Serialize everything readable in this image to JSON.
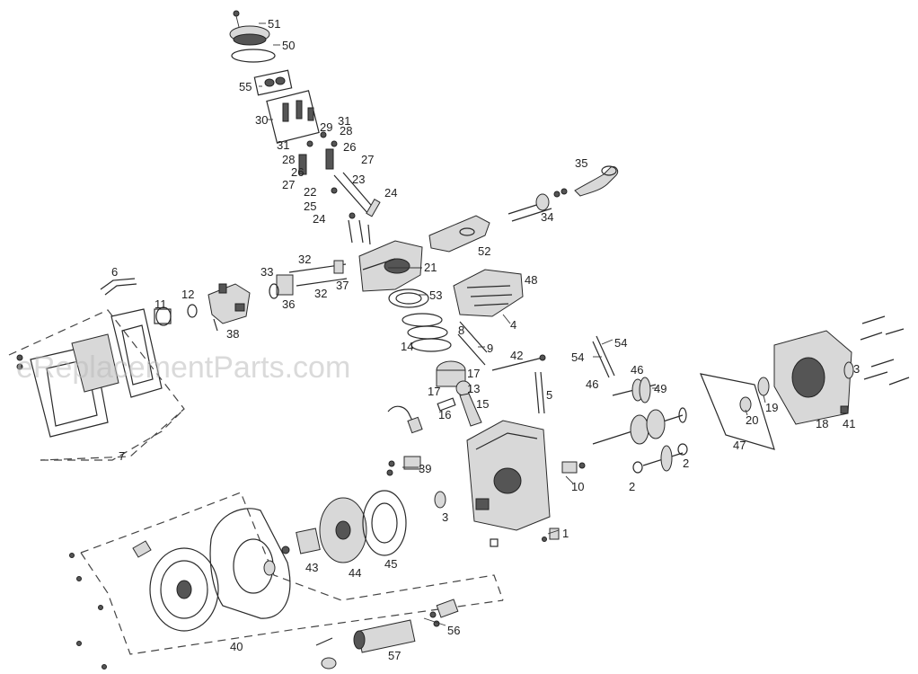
{
  "watermark": "eReplacementParts.com",
  "callouts": [
    "51",
    "50",
    "55",
    "30",
    "29",
    "31",
    "28",
    "31",
    "26",
    "28",
    "27",
    "26",
    "23",
    "27",
    "22",
    "24",
    "25",
    "24",
    "35",
    "34",
    "52",
    "6",
    "32",
    "21",
    "33",
    "36",
    "32",
    "37",
    "53",
    "11",
    "12",
    "38",
    "48",
    "4",
    "8",
    "14",
    "9",
    "42",
    "54",
    "54",
    "46",
    "46",
    "49",
    "17",
    "17",
    "13",
    "16",
    "15",
    "5",
    "7",
    "20",
    "19",
    "47",
    "3",
    "18",
    "41",
    "39",
    "10",
    "2",
    "2",
    "3",
    "1",
    "43",
    "44",
    "45",
    "40",
    "56",
    "57"
  ]
}
